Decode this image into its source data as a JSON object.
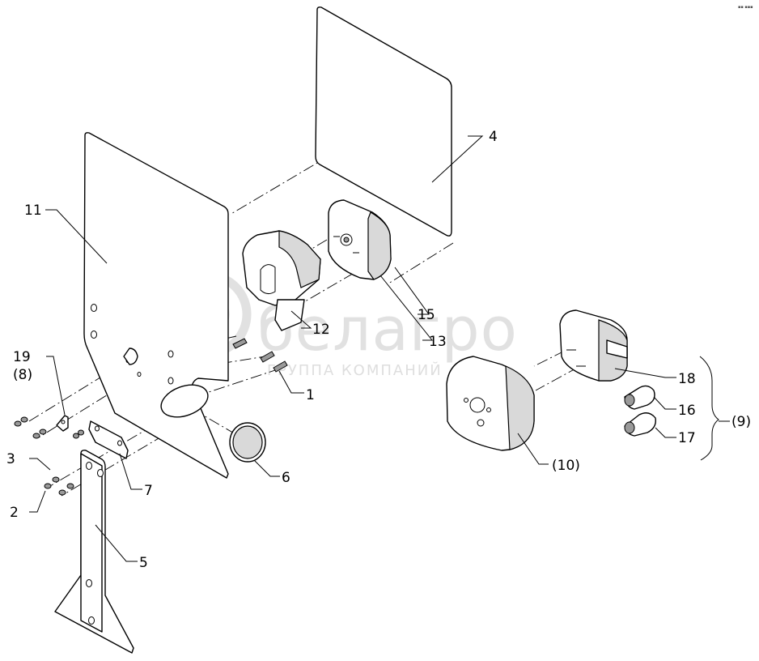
{
  "diagram": {
    "callouts": {
      "c1": "1",
      "c2": "2",
      "c3": "3",
      "c4": "4",
      "c5": "5",
      "c6": "6",
      "c7": "7",
      "c11": "11",
      "c12": "12",
      "c13": "13",
      "c15": "15",
      "c16": "16",
      "c17": "17",
      "c18": "18",
      "c19": "19",
      "c8": "(8)",
      "c9": "(9)",
      "c10": "(10)"
    }
  },
  "watermark": {
    "brand": "белагро",
    "tagline": "ГРУППА КОМПАНИЙ"
  }
}
